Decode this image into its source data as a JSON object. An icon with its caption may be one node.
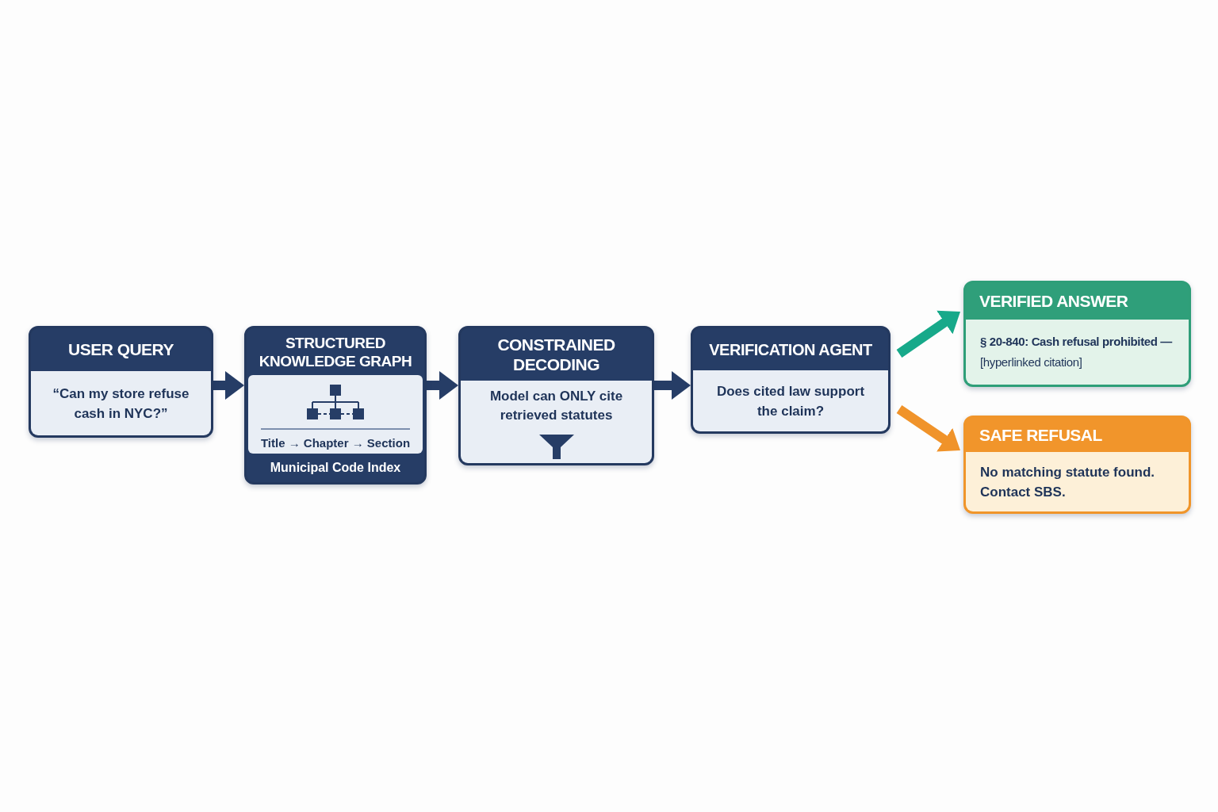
{
  "diagram": {
    "nodes": [
      {
        "text": [
          "USER QUERY",
          "“Can my store refuse cash in NYC?”"
        ]
      },
      {
        "text": [
          "STRUCTURED KNOWLEDGE GRAPH",
          "Title → Chapter → Section",
          "Municipal Code Index"
        ]
      },
      {
        "text": [
          "CONSTRAINED DECODING",
          "Model can ONLY cite retrieved statutes"
        ]
      },
      {
        "text": [
          "VERIFICATION AGENT",
          "Does cited law support the claim?"
        ]
      },
      {
        "text": [
          "VERIFIED ANSWER",
          "**§ 20-840: Cash refusal prohibited —** [hyperlinked citation]"
        ]
      },
      {
        "text": [
          "SAFE REFUSAL",
          "No matching statute found. Contact SBS."
        ]
      }
    ],
    "edges": [
      {
        "from": 0,
        "to": 1,
        "arrow": "to"
      },
      {
        "from": 1,
        "to": 2,
        "arrow": "to"
      },
      {
        "from": 2,
        "to": 3,
        "arrow": "to"
      },
      {
        "from": 3,
        "to": 4,
        "arrow": "to",
        "color": "#17a98a"
      },
      {
        "from": 3,
        "to": 5,
        "arrow": "to",
        "color": "#f0932a"
      }
    ]
  }
}
